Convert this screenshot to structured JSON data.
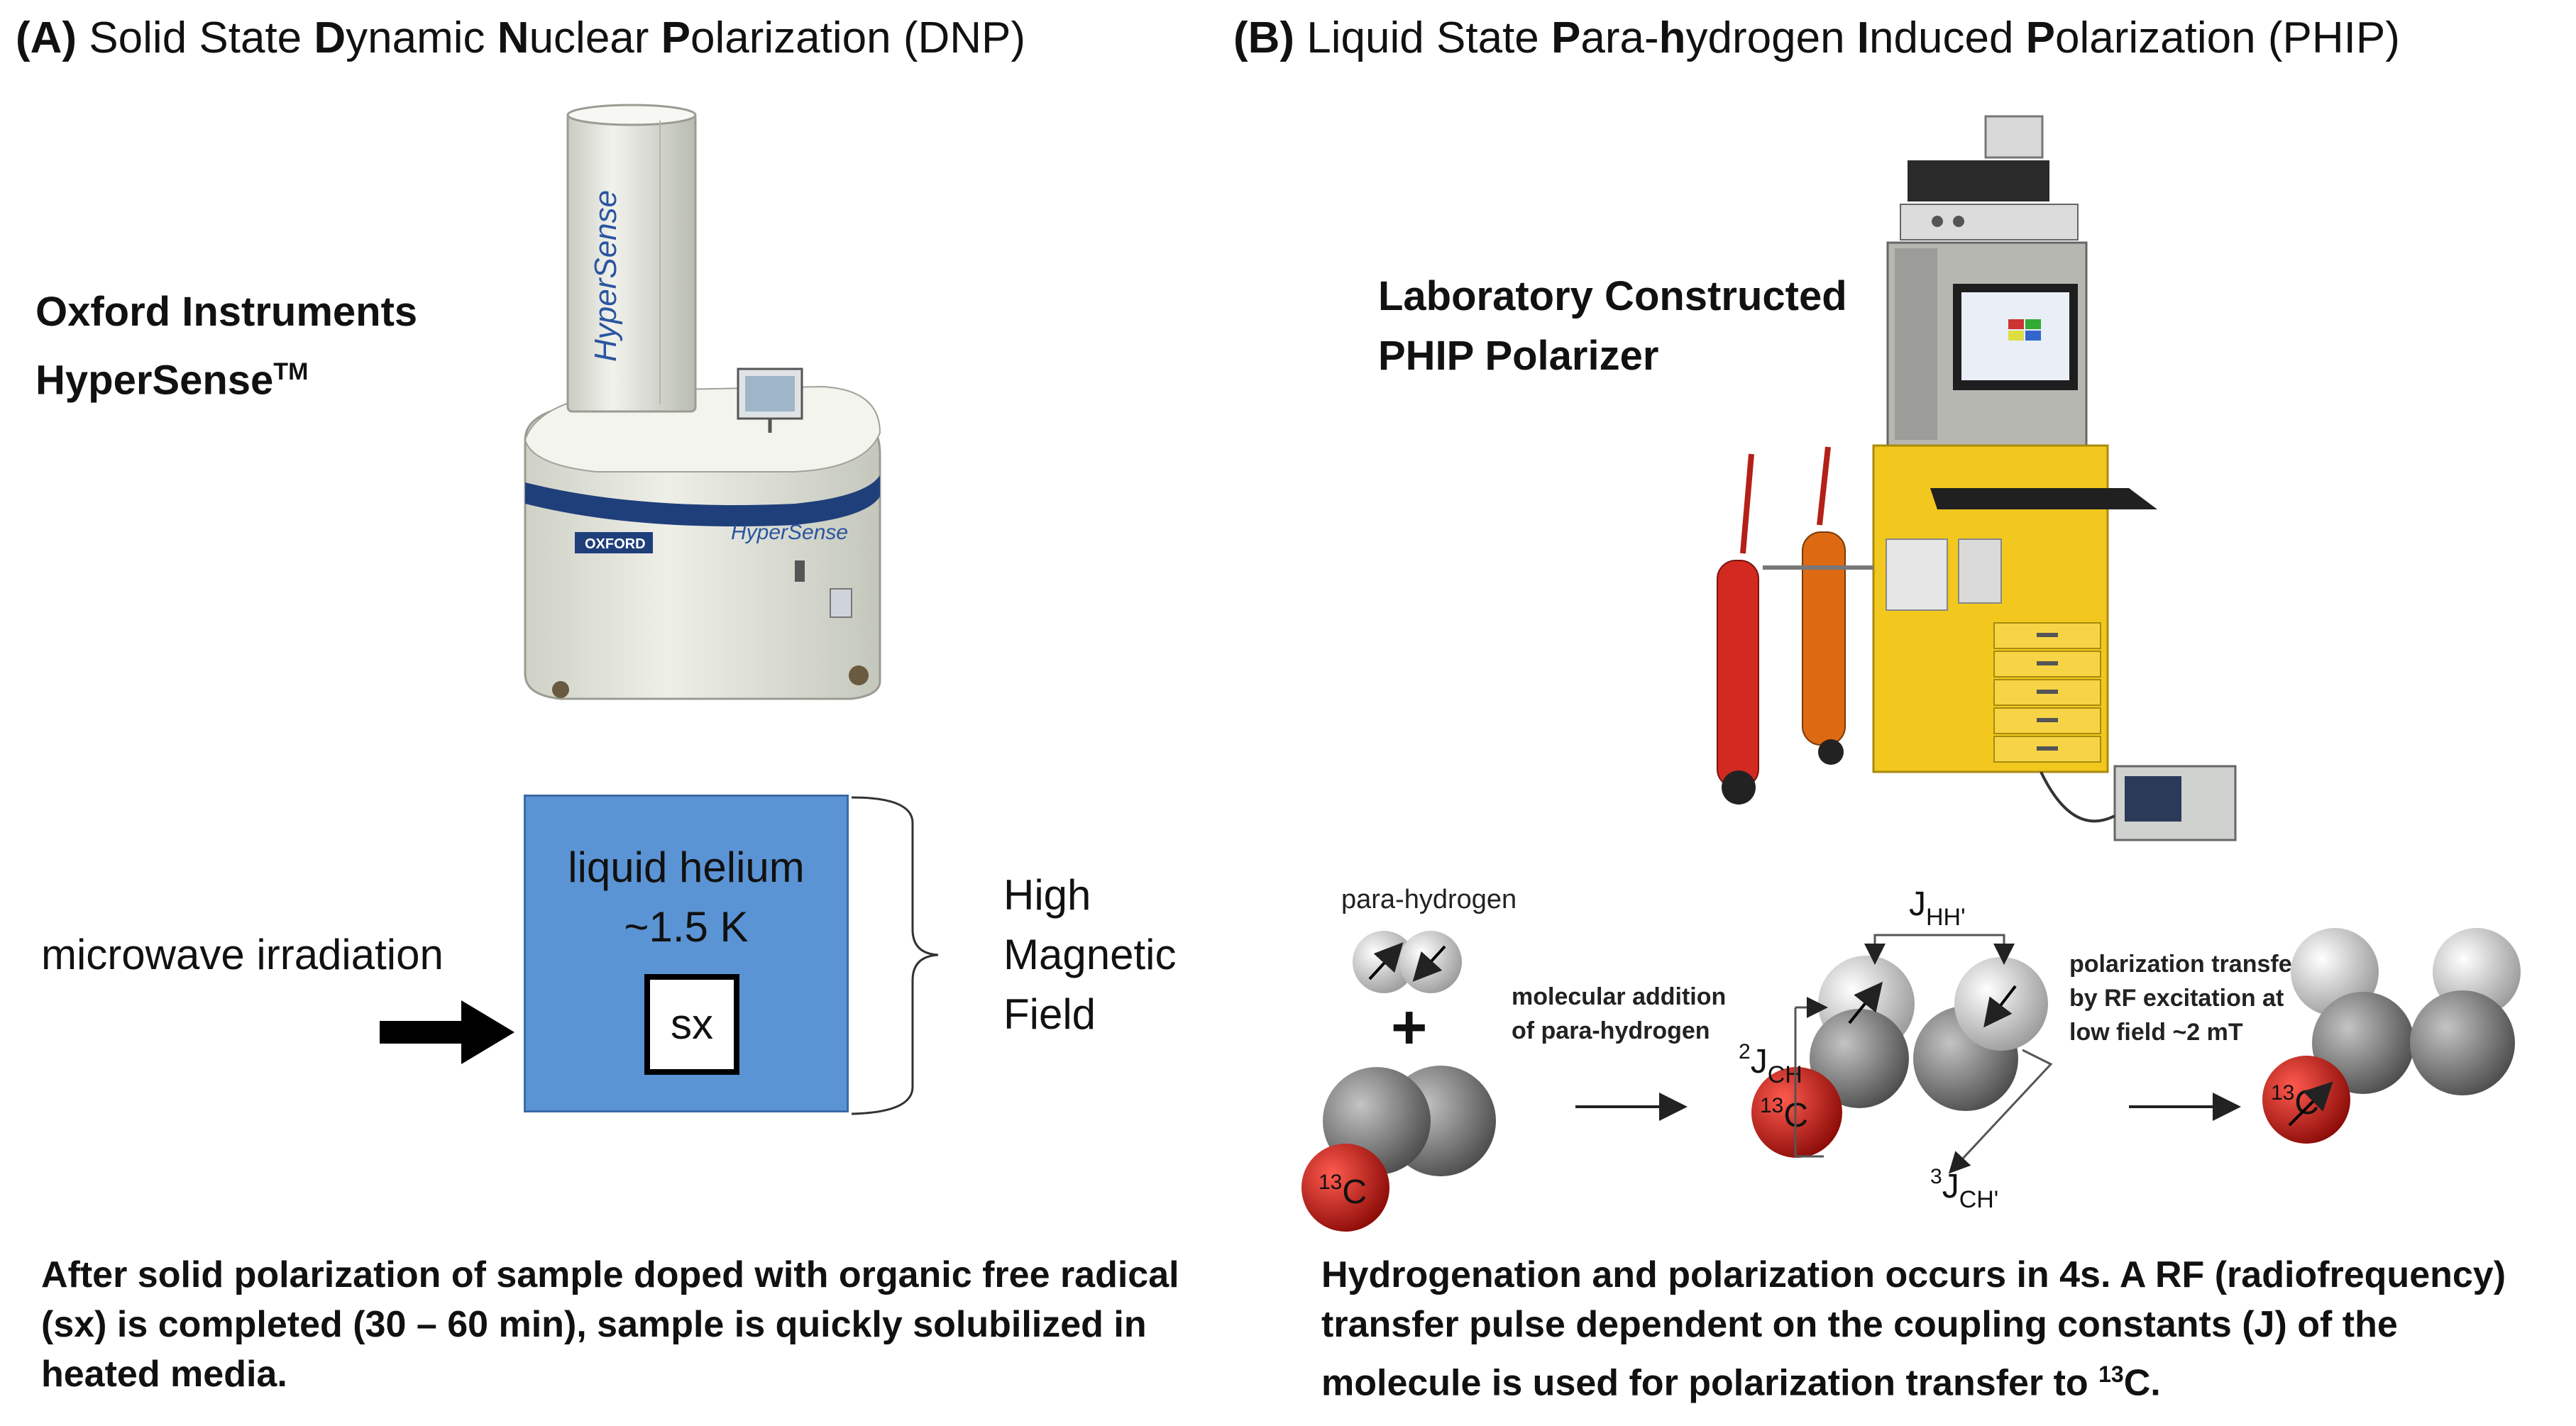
{
  "panel_a": {
    "heading": {
      "p1": "(A)",
      "p2": " Solid State ",
      "p3": "D",
      "p4": "ynamic ",
      "p5": "N",
      "p6": "uclear ",
      "p7": "P",
      "p8": "olarization (DNP)"
    },
    "device_label_line1": "Oxford Instruments",
    "device_label_line2": "HyperSense",
    "device_label_tm": "TM",
    "device_brand_text": "HyperSense",
    "device_oxford_badge": "OXFORD",
    "microwave_label": "microwave irradiation",
    "box_text_line1": "liquid helium",
    "box_text_line2": "~1.5 K",
    "sample_label": "sx",
    "field_line1": "High",
    "field_line2": "Magnetic",
    "field_line3": "Field",
    "caption_line1": "After solid polarization of sample doped with organic free radical",
    "caption_line2": "(sx) is completed (30 – 60 min), sample is quickly solubilized in",
    "caption_line3": "heated media.",
    "colors": {
      "helium_box": "#5b94d4",
      "device_body": "#e4e6dc",
      "device_stripe": "#1f3f7a"
    }
  },
  "panel_b": {
    "heading": {
      "p1": "(B)",
      "p2": " Liquid State ",
      "p3": "P",
      "p4": "ara-",
      "p5": "h",
      "p6": "ydrogen ",
      "p7": "I",
      "p8": "nduced ",
      "p9": "P",
      "p10": "olarization (PHIP)"
    },
    "device_label_line1": "Laboratory Constructed",
    "device_label_line2": "PHIP Polarizer",
    "para_hydrogen_label": "para-hydrogen",
    "addition_label_line1": "molecular addition",
    "addition_label_line2": "of para-hydrogen",
    "j_hh": "J",
    "j_hh_sub": "HH'",
    "j2_sup": "2",
    "j2": "J",
    "j2_sub": "CH",
    "j3_sup": "3",
    "j3": "J",
    "j3_sub": "CH'",
    "carbon_sup": "13",
    "carbon": "C",
    "transfer_label_line1": "polarization transfer",
    "transfer_label_line2": "by RF excitation at",
    "transfer_label_line3": "low field ~2 mT",
    "caption_line1": "Hydrogenation and polarization occurs in 4s.  A RF (radiofrequency)",
    "caption_line2": "transfer pulse dependent on the coupling constants (J) of the",
    "caption_line3_a": "molecule is used for polarization transfer to ",
    "caption_line3_sup": "13",
    "caption_line3_b": "C.",
    "colors": {
      "cabinet": "#f2c81e",
      "carbon13": "#c8161a",
      "carbon": "#8a8a8a",
      "hydrogen": "#d8d8d8",
      "cylinder_red": "#d22a20",
      "cylinder_orange": "#dd6a12"
    }
  }
}
